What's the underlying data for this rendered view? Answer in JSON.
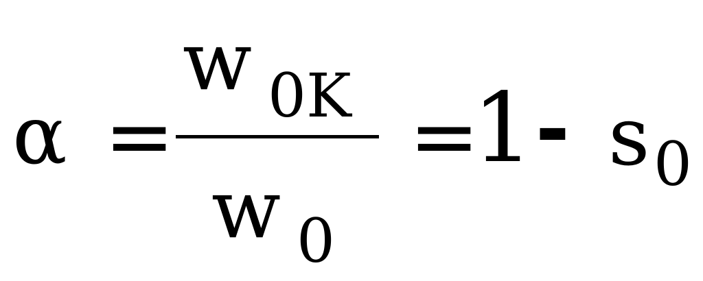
{
  "formula": {
    "lhs": "α",
    "equals_1": "=",
    "numerator": {
      "symbol": "w",
      "subscript": "0K"
    },
    "denominator": {
      "symbol": "w",
      "subscript": "0"
    },
    "equals_2": "=",
    "one": "1",
    "minus": "-",
    "rhs_symbol": "s",
    "rhs_subscript": "0"
  }
}
